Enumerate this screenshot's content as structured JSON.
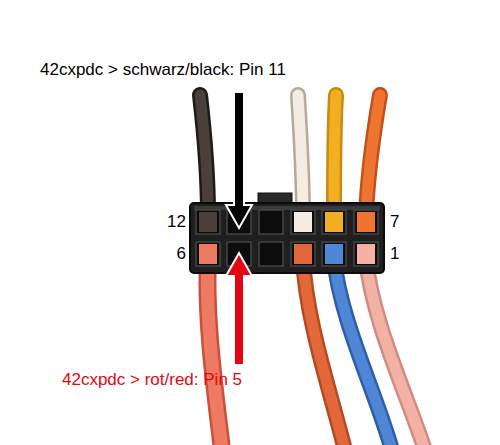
{
  "diagram": {
    "labels": [
      "42cxpdc > schwarz/black: Pin 11",
      "12",
      "6",
      "7",
      "1",
      "42cxpdc > rot/red: Pin 5"
    ]
  }
}
